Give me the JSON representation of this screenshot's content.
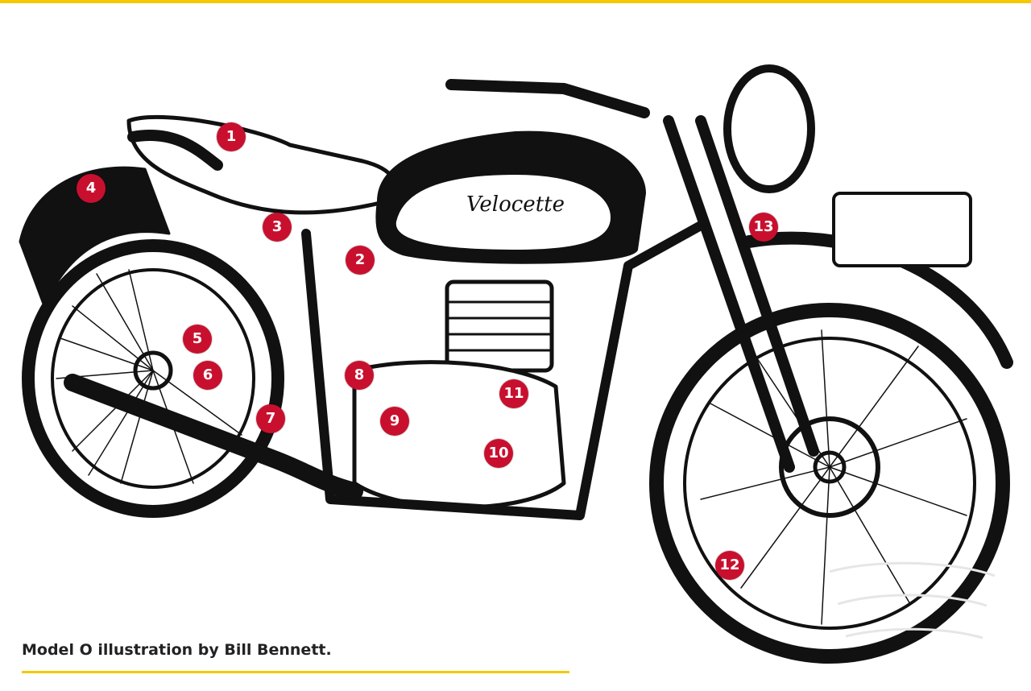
{
  "diagram": {
    "brand_on_tank": "Velocette",
    "markers": [
      {
        "id": "marker-1",
        "label": "1"
      },
      {
        "id": "marker-2",
        "label": "2"
      },
      {
        "id": "marker-3",
        "label": "3"
      },
      {
        "id": "marker-4",
        "label": "4"
      },
      {
        "id": "marker-5",
        "label": "5"
      },
      {
        "id": "marker-6",
        "label": "6"
      },
      {
        "id": "marker-7",
        "label": "7"
      },
      {
        "id": "marker-8",
        "label": "8"
      },
      {
        "id": "marker-9",
        "label": "9"
      },
      {
        "id": "marker-10",
        "label": "10"
      },
      {
        "id": "marker-11",
        "label": "11"
      },
      {
        "id": "marker-12",
        "label": "12"
      },
      {
        "id": "marker-13",
        "label": "13"
      }
    ],
    "caption": "Model O illustration by Bill Bennett.",
    "colors": {
      "marker": "#c8102e",
      "accent_rule": "#f5c800",
      "ink": "#111111"
    }
  }
}
